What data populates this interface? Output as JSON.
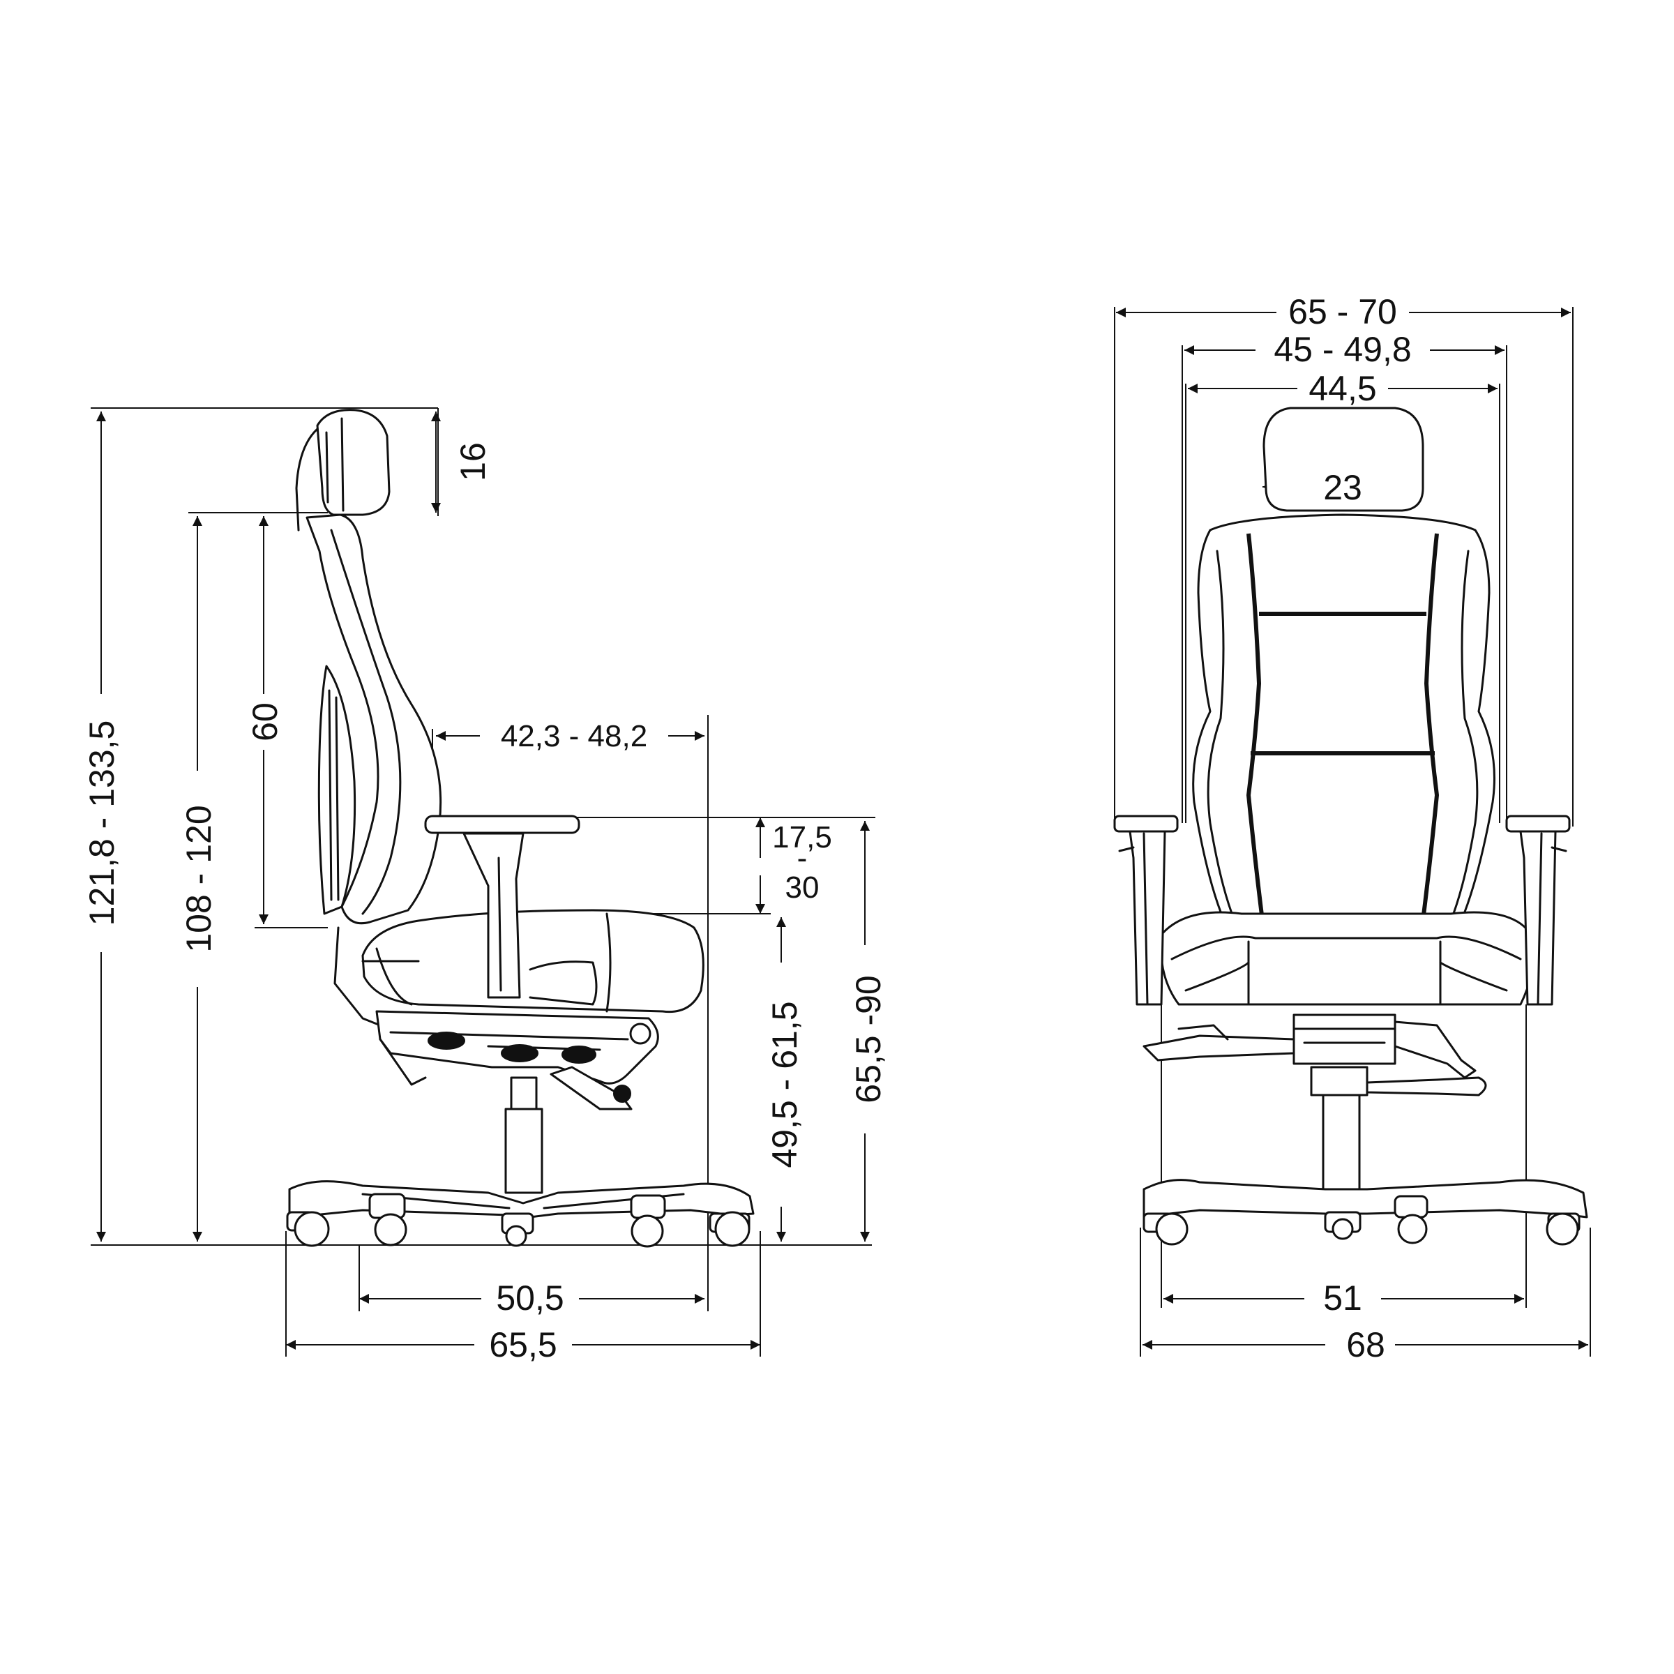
{
  "side_view": {
    "overall_height": "121,8 - 133,5",
    "seat_back_height": "108 - 120",
    "backrest_height": "60",
    "headrest_height": "16",
    "armrest_to_front": "42,3 - 48,2",
    "armrest_height_top": "17,5",
    "armrest_height_dash": "-",
    "armrest_height_bottom": "30",
    "seat_height": "49,5 - 61,5",
    "armrest_floor_height": "65,5 -90",
    "seat_depth": "50,5",
    "base_depth": "65,5"
  },
  "front_view": {
    "armrest_width": "65 - 70",
    "seat_width": "45 - 49,8",
    "backrest_width": "44,5",
    "headrest_width": "23",
    "inner_base_width": "51",
    "base_width": "68"
  },
  "line_color": "#111111",
  "background_color": "#ffffff"
}
